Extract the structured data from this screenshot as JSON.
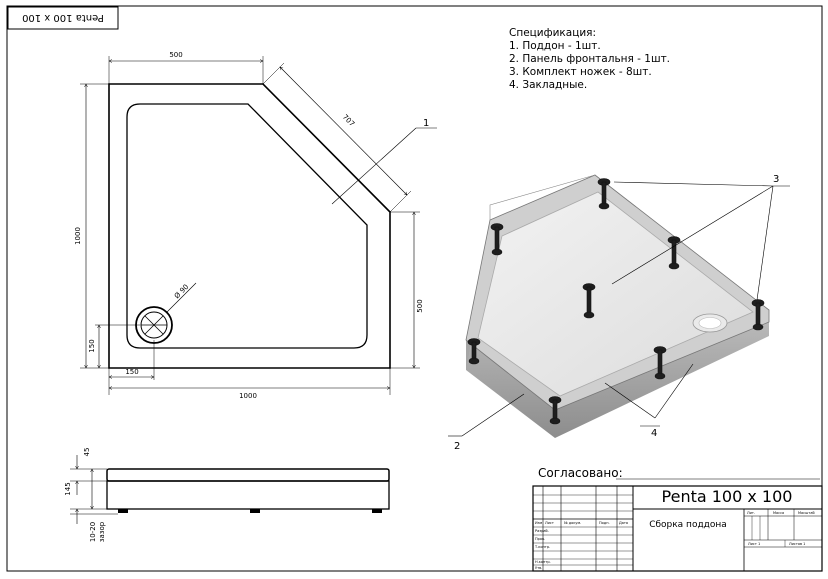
{
  "corner_label": "Penta 100 x 100",
  "plan": {
    "dim_top": "500",
    "dim_diagonal": "707",
    "dim_left_height": "1000",
    "dim_right_height": "500",
    "dim_bottom_width": "1000",
    "dim_drain_offset_x": "150",
    "dim_drain_offset_y": "150",
    "dim_drain_diameter": "Ø 90"
  },
  "elevation": {
    "dim_rim": "45",
    "dim_height": "145",
    "dim_legs": "10-20",
    "legs_note": "зазор"
  },
  "specification": {
    "title": "Спецификация:",
    "items": [
      "1. Поддон - 1шт.",
      "2. Панель фронтальня - 1шт.",
      "3. Комплект ножек - 8шт.",
      "4. Закладные."
    ]
  },
  "callouts": [
    "1",
    "2",
    "3",
    "4"
  ],
  "approval_label": "Согласовано:",
  "title_block": {
    "title": "Penta 100 x 100",
    "subtitle": "Сборка поддона",
    "col_headers": [
      "Изм",
      "Лист",
      "№ докум.",
      "Подп.",
      "Дата"
    ],
    "row_labels": [
      "Разраб.",
      "Пров.",
      "Т.контр.",
      "",
      "Н.контр.",
      "Утв."
    ],
    "right_headers": [
      "Лит.",
      "Масса",
      "Масштаб"
    ],
    "sheet_label": "Лист 1",
    "sheets_label": "Листов 1"
  },
  "colors": {
    "line": "#000000",
    "render_body": "#c9c9c9",
    "render_shadow": "#8a8a8a",
    "leg": "#1e1e1e"
  }
}
